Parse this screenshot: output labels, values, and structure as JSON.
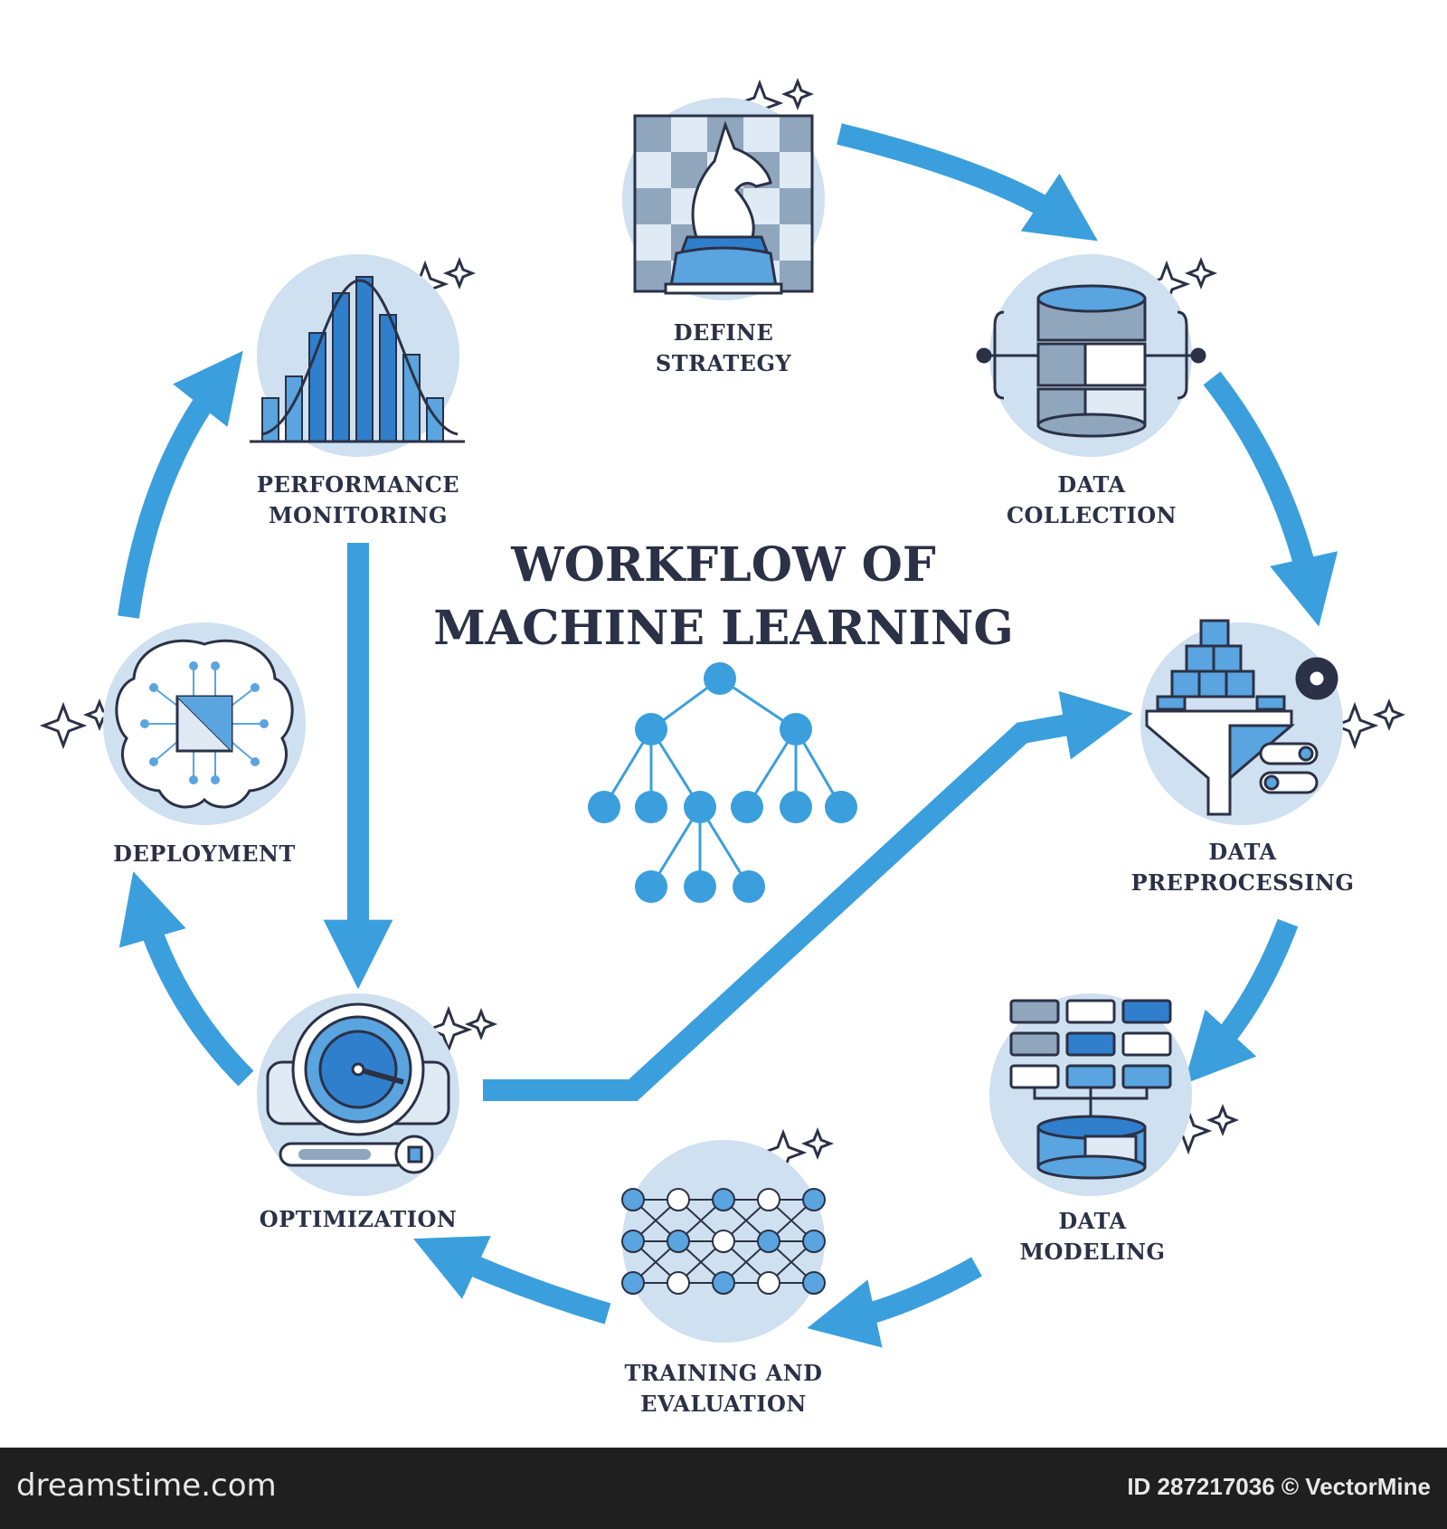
{
  "title": {
    "line1": "WORKFLOW OF",
    "line2": "MACHINE LEARNING"
  },
  "steps": [
    {
      "key": "define-strategy",
      "line1": "DEFINE",
      "line2": "STRATEGY"
    },
    {
      "key": "data-collection",
      "line1": "DATA",
      "line2": "COLLECTION"
    },
    {
      "key": "data-preprocessing",
      "line1": "DATA",
      "line2": "PREPROCESSING"
    },
    {
      "key": "data-modeling",
      "line1": "DATA",
      "line2": "MODELING"
    },
    {
      "key": "training-evaluation",
      "line1": "TRAINING AND",
      "line2": "EVALUATION"
    },
    {
      "key": "optimization",
      "line1": "OPTIMIZATION",
      "line2": ""
    },
    {
      "key": "deployment",
      "line1": "DEPLOYMENT",
      "line2": ""
    },
    {
      "key": "performance-monitoring",
      "line1": "PERFORMANCE",
      "line2": "MONITORING"
    }
  ],
  "footer": {
    "site": "dreamstime.com",
    "credit": "ID 287217036 © VectorMine"
  },
  "colors": {
    "arrow": "#3a9fdc",
    "ink": "#2b3146",
    "badge": "#cfe0f0",
    "accent": "#2f7fcc"
  }
}
